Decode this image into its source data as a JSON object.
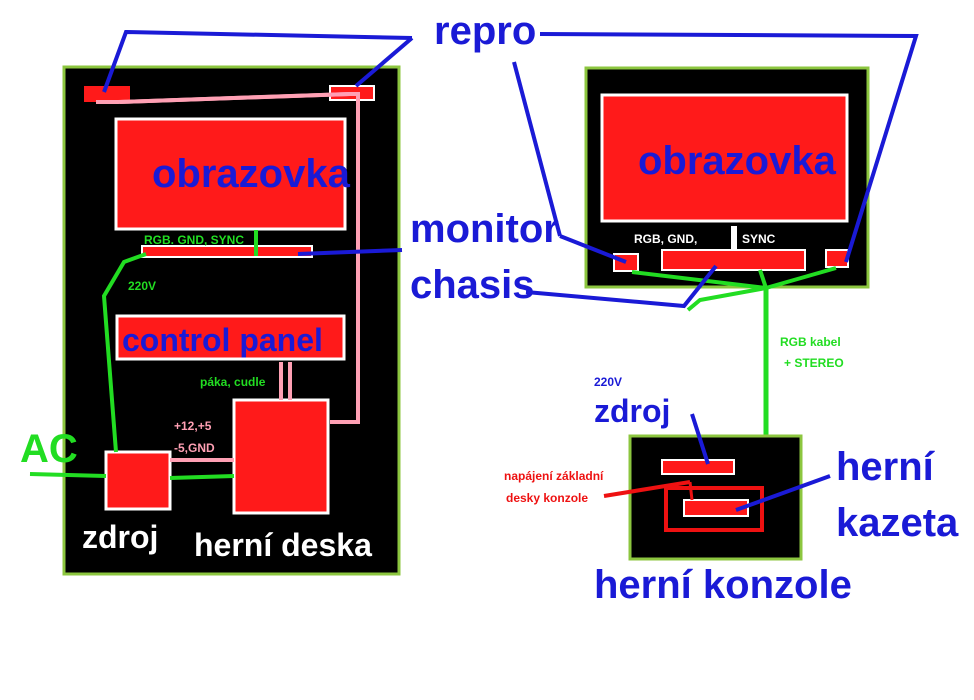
{
  "colors": {
    "background": "#ffffff",
    "panel": "#000000",
    "panel_border": "#8cc63f",
    "component": "#ff1a1a",
    "component_border": "#ffffff",
    "label_blue": "#1a1ad6",
    "label_white": "#ffffff",
    "label_green": "#22dd22",
    "label_red": "#ee1111",
    "wire_blue": "#1a1ad6",
    "wire_green": "#22dd22",
    "wire_pink": "#ffa0b4",
    "wire_red": "#ee1111"
  },
  "labels": {
    "repro": "repro",
    "monitor": "monitor",
    "chasis": "chasis",
    "ac": "AC",
    "left_obrazovka": "obrazovka",
    "left_rgb_gnd_sync": "RGB. GND, SYNC",
    "left_220v": "220V",
    "control_panel": "control panel",
    "paka_cudle": "páka, cudle",
    "power_rails_1": "+12,+5",
    "power_rails_2": "-5,GND",
    "left_zdroj": "zdroj",
    "herni_deska": "herní deska",
    "right_obrazovka": "obrazovka",
    "right_rgb_gnd": "RGB, GND,",
    "right_sync": "SYNC",
    "rgb_kabel_1": "RGB kabel",
    "rgb_kabel_2": "+ STEREO",
    "right_220v": "220V",
    "right_zdroj": "zdroj",
    "napajeni_1": "napájení základní",
    "napajeni_2": "desky konzole",
    "herni_1": "herní",
    "kazeta": "kazeta",
    "herni_konzole": "herní konzole"
  }
}
